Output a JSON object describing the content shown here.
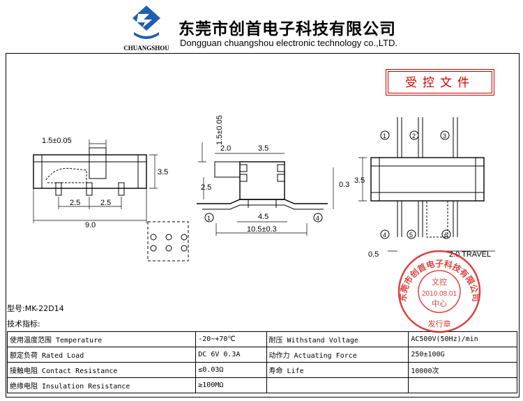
{
  "header": {
    "company_cn": "东莞市创首电子科技有限公司",
    "company_en": "Dongguan chuangshou electronic technology co.,LTD.",
    "logo_text": "CHUANGSHOU"
  },
  "controlled_doc": "受控文件",
  "drawing": {
    "dims": {
      "left_top": "1.5±0.05",
      "left_h": "3.5",
      "left_pitch_a": "2.5",
      "left_pitch_b": "2.5",
      "left_width": "9.0",
      "mid_vert": "1.5±0.05",
      "mid_a": "2.0",
      "mid_b": "3.5",
      "mid_h": "2.5",
      "mid_c": "4.5",
      "mid_d": "10.5±0.3",
      "mid_t": "0.3",
      "right_h": "3.5",
      "right_gap": "0.5",
      "travel": "2.0 TRAVEL"
    },
    "pins": [
      "1",
      "2",
      "3",
      "4",
      "5",
      "6"
    ]
  },
  "model": "型号:MK-22D14",
  "spec_title": "技术指标:",
  "specs": [
    [
      "使用温度范围 Temperature",
      "-20~+70℃",
      "耐压 Withstand Voltage",
      "AC500V(50Hz)/min"
    ],
    [
      "额定负荷 Rated Load",
      "DC 6V 0.3A",
      "动作力 Actuating Force",
      "250±100G"
    ],
    [
      "接触电阻 Contact Resistance",
      "≤0.03Ω",
      "寿命 Life",
      "10000次"
    ],
    [
      "绝缘电阻 Insulation Resistance",
      "≥100MΩ",
      "",
      ""
    ]
  ],
  "stamp": {
    "ring_text": "东莞市创首电子科技有限公司",
    "center_top": "文控",
    "date": "2010.08.01",
    "center_bottom": "中心",
    "bottom_text": "发行章"
  },
  "colors": {
    "stamp": "#d6201e",
    "logo_blue": "#1f5fae"
  }
}
